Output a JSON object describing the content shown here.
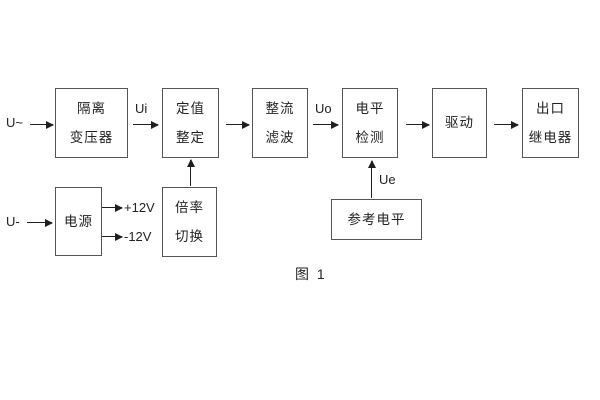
{
  "figure": {
    "caption": "图 1",
    "colors": {
      "background": "#ffffff",
      "box_border": "#555555",
      "line": "#1f1f1f",
      "text": "#222222"
    },
    "labels": {
      "input_ac": "U~",
      "input_dc": "U-",
      "ui": "Ui",
      "uo": "Uo",
      "ue": "Ue",
      "plus12": "+12V",
      "minus12": "-12V"
    },
    "blocks": {
      "isolation_transformer": {
        "line1": "隔离",
        "line2": "变压器"
      },
      "setting": {
        "line1": "定值",
        "line2": "整定"
      },
      "rectify_filter": {
        "line1": "整流",
        "line2": "滤波"
      },
      "level_detect": {
        "line1": "电平",
        "line2": "检测"
      },
      "drive": {
        "line1": "驱动"
      },
      "output_relay": {
        "line1": "出口",
        "line2": "继电器"
      },
      "power": {
        "line1": "电源"
      },
      "ratio_switch": {
        "line1": "倍率",
        "line2": "切换"
      },
      "reference_level": {
        "line1": "参考电平"
      }
    }
  }
}
